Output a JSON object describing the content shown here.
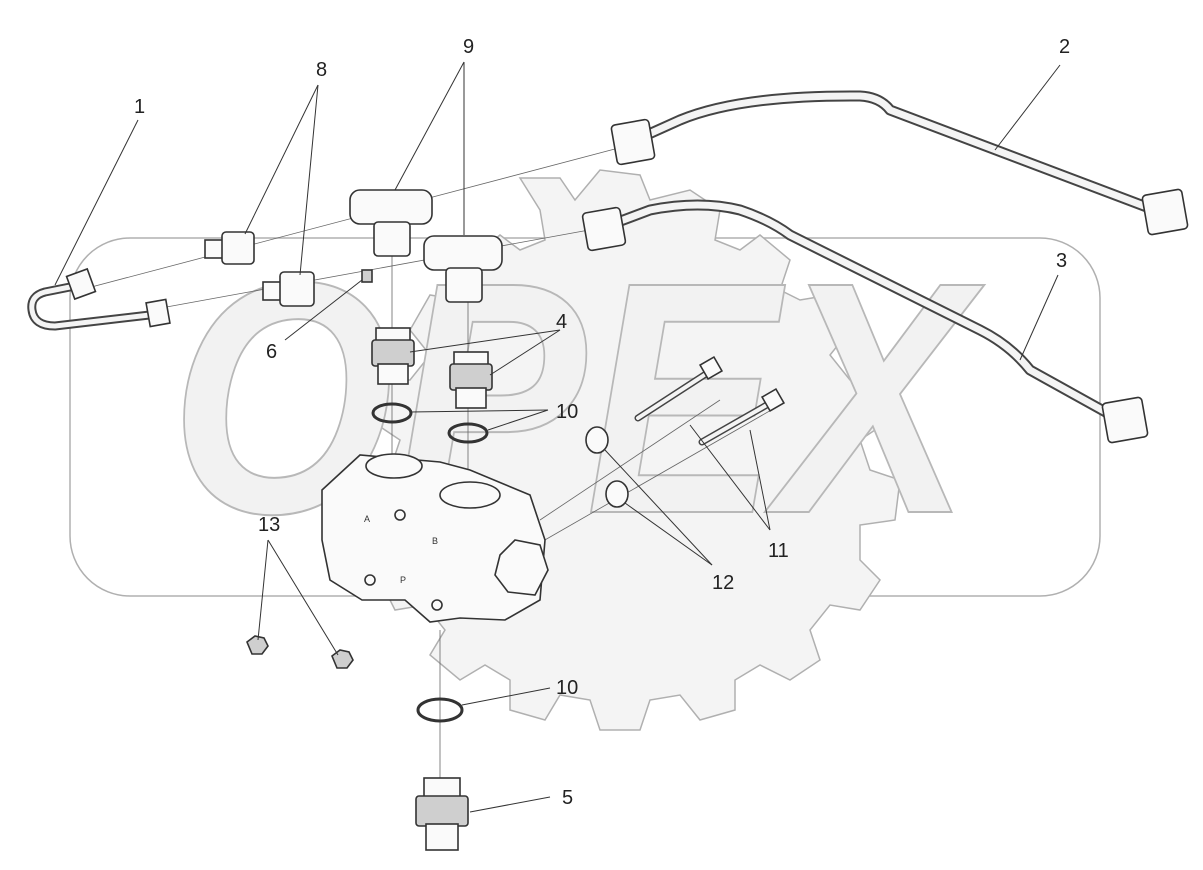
{
  "watermark": {
    "text": "OPEX"
  },
  "callouts": {
    "c1": "1",
    "c2": "2",
    "c3": "3",
    "c4": "4",
    "c5": "5",
    "c6": "6",
    "c8": "8",
    "c9": "9",
    "c10a": "10",
    "c10b": "10",
    "c11": "11",
    "c12": "12",
    "c13": "13"
  },
  "ports": {
    "a": "A",
    "b": "B",
    "p": "P"
  }
}
